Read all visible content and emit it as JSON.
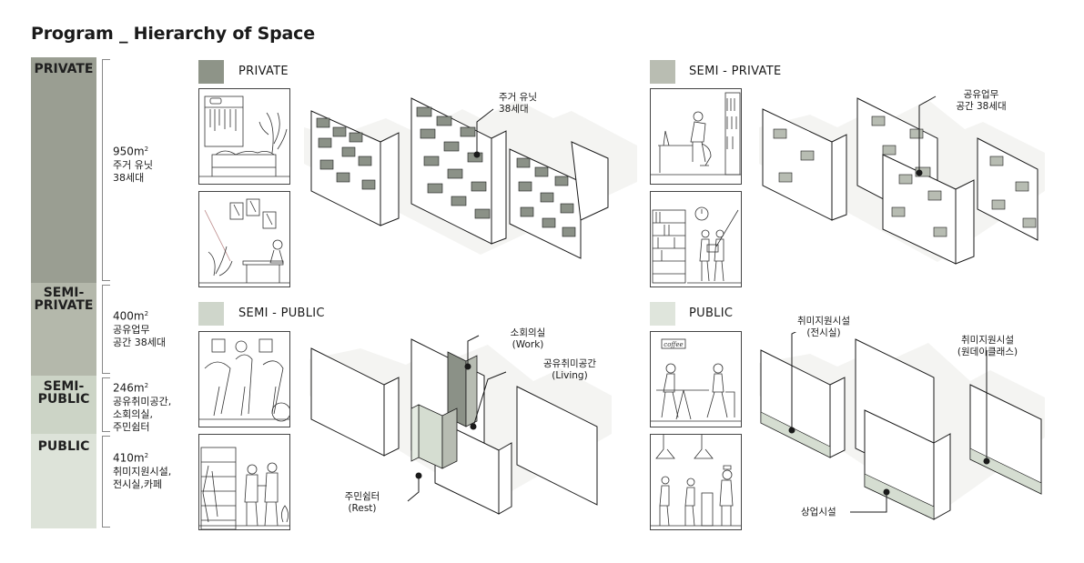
{
  "title": "Program _ Hierarchy of Space",
  "hierarchy": [
    {
      "label": "PRIVATE",
      "area": "950m",
      "desc1": "주거 유닛",
      "desc2": "38세대",
      "desc3": "",
      "color": "#9a9e92"
    },
    {
      "label": "SEMI-\nPRIVATE",
      "area": "400m",
      "desc1": "공유업무",
      "desc2": "공간 38세대",
      "desc3": "",
      "color": "#b4b8ab"
    },
    {
      "label": "SEMI-\nPUBLIC",
      "area": "246m",
      "desc1": "공유취미공간,",
      "desc2": "소회의실,",
      "desc3": "주민쉼터",
      "color": "#ccd4c6"
    },
    {
      "label": "PUBLIC",
      "area": "410m",
      "desc1": "취미지원시설,",
      "desc2": "전시실,카페",
      "desc3": "",
      "color": "#dde3d9"
    }
  ],
  "area_unit_sup": "2",
  "sections": {
    "private": {
      "title": "PRIVATE",
      "color": "#8e9488",
      "note1": "주거 유닛",
      "note2": "38세대"
    },
    "semi_private": {
      "title": "SEMI - PRIVATE",
      "color": "#b9bdb2",
      "note1": "공유업무",
      "note2": "공간 38세대"
    },
    "semi_public": {
      "title": "SEMI - PUBLIC",
      "color": "#cfd6cb",
      "work1": "소회의실",
      "work2": "(Work)",
      "living1": "공유취미공간",
      "living2": "(Living)",
      "rest1": "주민쉼터",
      "rest2": "(Rest)"
    },
    "public": {
      "title": "PUBLIC",
      "color": "#dfe5dc",
      "exh1": "취미지원시설",
      "exh2": "(전시실)",
      "class1": "취미지원시설",
      "class2": "(원데이클래스)",
      "shop": "상업시설"
    }
  },
  "sign_text": "coffee",
  "colors": {
    "dark_fill": "#8b9187",
    "mid_fill": "#b7bcb2",
    "light_fill": "#d5ddd1",
    "line": "#1a1a1a"
  }
}
